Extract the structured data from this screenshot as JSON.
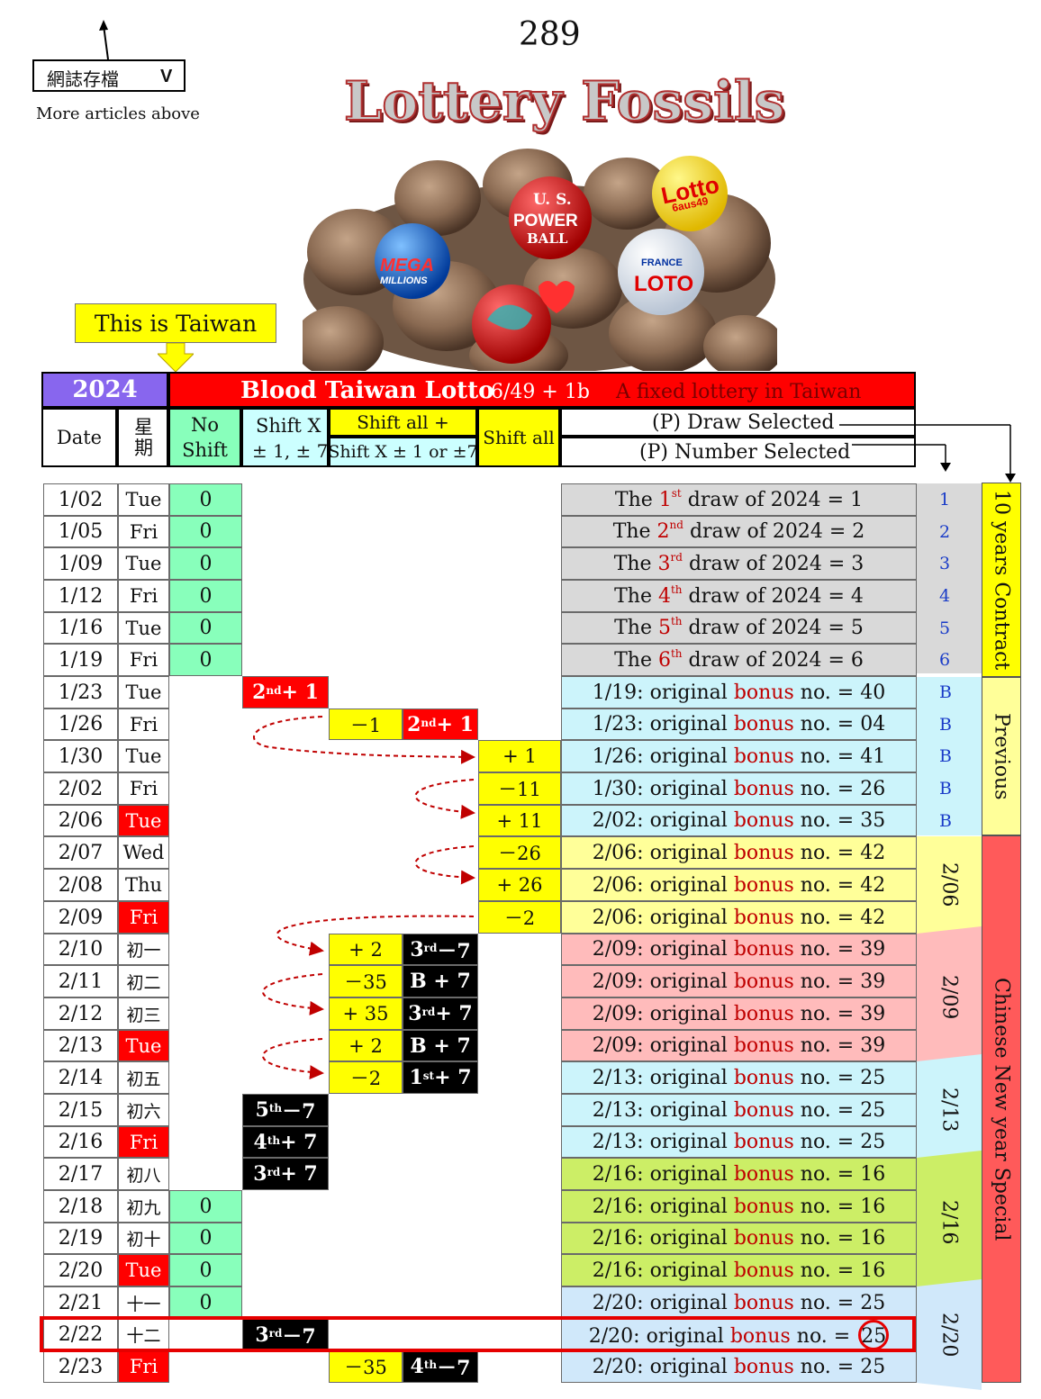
{
  "page_number": "289",
  "archive": {
    "label": "網誌存檔",
    "chevron": "V",
    "note": "More articles above"
  },
  "title": "Lottery Fossils",
  "balls": {
    "powerball": [
      "U. S.",
      "POWER",
      "BALL"
    ],
    "mega": [
      "MEGA",
      "MILLIONS"
    ],
    "lotto": [
      "Lotto",
      "6aus49"
    ],
    "france": [
      "FRANCE",
      "LOTO"
    ]
  },
  "callout": "This is Taiwan",
  "header": {
    "year": "2024",
    "name": "Blood Taiwan Lotto",
    "format": "6/49 + 1b",
    "desc": "A fixed lottery in Taiwan",
    "col_date": "Date",
    "col_weekday": "星期",
    "col_noshift": "No Shift",
    "col_shiftx": "Shift X",
    "col_shiftx_sub": "± 1, ± 7",
    "col_shiftall_plus": "Shift all +",
    "col_shiftall_plus_sub": "Shift X ± 1 or ±7",
    "col_shiftall": "Shift all",
    "draw_selected": "(P) Draw Selected",
    "number_selected": "(P) Number Selected"
  },
  "rows": [
    {
      "date": "1/02",
      "day": "Tue",
      "day_red": false,
      "noshift": "0",
      "shiftx": "",
      "sap_a": "",
      "sap_b": "",
      "sall": "",
      "info": [
        "The ",
        "1",
        "st",
        " draw of 2024 = 1"
      ],
      "info_type": "draw",
      "sel": "1"
    },
    {
      "date": "1/05",
      "day": "Fri",
      "day_red": false,
      "noshift": "0",
      "shiftx": "",
      "sap_a": "",
      "sap_b": "",
      "sall": "",
      "info": [
        "The ",
        "2",
        "nd",
        " draw of 2024 = 2"
      ],
      "info_type": "draw",
      "sel": "2"
    },
    {
      "date": "1/09",
      "day": "Tue",
      "day_red": false,
      "noshift": "0",
      "shiftx": "",
      "sap_a": "",
      "sap_b": "",
      "sall": "",
      "info": [
        "The ",
        "3",
        "rd",
        " draw of 2024 = 3"
      ],
      "info_type": "draw",
      "sel": "3"
    },
    {
      "date": "1/12",
      "day": "Fri",
      "day_red": false,
      "noshift": "0",
      "shiftx": "",
      "sap_a": "",
      "sap_b": "",
      "sall": "",
      "info": [
        "The ",
        "4",
        "th",
        " draw of 2024 = 4"
      ],
      "info_type": "draw",
      "sel": "4"
    },
    {
      "date": "1/16",
      "day": "Tue",
      "day_red": false,
      "noshift": "0",
      "shiftx": "",
      "sap_a": "",
      "sap_b": "",
      "sall": "",
      "info": [
        "The ",
        "5",
        "th",
        " draw of 2024 = 5"
      ],
      "info_type": "draw",
      "sel": "5"
    },
    {
      "date": "1/19",
      "day": "Fri",
      "day_red": false,
      "noshift": "0",
      "shiftx": "",
      "sap_a": "",
      "sap_b": "",
      "sall": "",
      "info": [
        "The ",
        "6",
        "th",
        " draw of 2024 = 6"
      ],
      "info_type": "draw",
      "sel": "6"
    },
    {
      "date": "1/23",
      "day": "Tue",
      "day_red": false,
      "noshift": "",
      "shiftx": "2nd + 1",
      "shiftx_style": "red",
      "sap_a": "",
      "sap_b": "",
      "sall": "",
      "info": [
        "1/19: original ",
        "bonus",
        " no. = 40"
      ],
      "info_type": "bonus",
      "sel": "B"
    },
    {
      "date": "1/26",
      "day": "Fri",
      "day_red": false,
      "noshift": "",
      "shiftx": "",
      "sap_a": "－1",
      "sap_b": "2nd + 1",
      "sap_b_style": "red",
      "sall": "",
      "info": [
        "1/23: original ",
        "bonus",
        " no. = 04"
      ],
      "info_type": "bonus",
      "sel": "B"
    },
    {
      "date": "1/30",
      "day": "Tue",
      "day_red": false,
      "noshift": "",
      "shiftx": "",
      "sap_a": "",
      "sap_b": "",
      "sall": "+ 1",
      "info": [
        "1/26: original ",
        "bonus",
        " no. = 41"
      ],
      "info_type": "bonus",
      "sel": "B"
    },
    {
      "date": "2/02",
      "day": "Fri",
      "day_red": false,
      "noshift": "",
      "shiftx": "",
      "sap_a": "",
      "sap_b": "",
      "sall": "－11",
      "info": [
        "1/30: original ",
        "bonus",
        " no. = 26"
      ],
      "info_type": "bonus",
      "sel": "B"
    },
    {
      "date": "2/06",
      "day": "Tue",
      "day_red": true,
      "noshift": "",
      "shiftx": "",
      "sap_a": "",
      "sap_b": "",
      "sall": "+ 11",
      "info": [
        "2/02: original ",
        "bonus",
        " no. = 35"
      ],
      "info_type": "bonus",
      "sel": "B"
    },
    {
      "date": "2/07",
      "day": "Wed",
      "day_red": false,
      "noshift": "",
      "shiftx": "",
      "sap_a": "",
      "sap_b": "",
      "sall": "－26",
      "info": [
        "2/06: original ",
        "bonus",
        " no. = 42"
      ],
      "info_type": "bonus",
      "sel": ""
    },
    {
      "date": "2/08",
      "day": "Thu",
      "day_red": false,
      "noshift": "",
      "shiftx": "",
      "sap_a": "",
      "sap_b": "",
      "sall": "+ 26",
      "info": [
        "2/06: original ",
        "bonus",
        " no. = 42"
      ],
      "info_type": "bonus",
      "sel": ""
    },
    {
      "date": "2/09",
      "day": "Fri",
      "day_red": true,
      "noshift": "",
      "shiftx": "",
      "sap_a": "",
      "sap_b": "",
      "sall": "－2",
      "info": [
        "2/06: original ",
        "bonus",
        " no. = 42"
      ],
      "info_type": "bonus",
      "sel": ""
    },
    {
      "date": "2/10",
      "day": "初一",
      "day_red": false,
      "noshift": "",
      "shiftx": "",
      "sap_a": "+ 2",
      "sap_b": "3rd－7",
      "sap_b_style": "black",
      "sall": "",
      "info": [
        "2/09: original ",
        "bonus",
        " no. = 39"
      ],
      "info_type": "bonus",
      "sel": ""
    },
    {
      "date": "2/11",
      "day": "初二",
      "day_red": false,
      "noshift": "",
      "shiftx": "",
      "sap_a": "－35",
      "sap_b": "B + 7",
      "sap_b_style": "black",
      "sall": "",
      "info": [
        "2/09: original ",
        "bonus",
        " no. = 39"
      ],
      "info_type": "bonus",
      "sel": ""
    },
    {
      "date": "2/12",
      "day": "初三",
      "day_red": false,
      "noshift": "",
      "shiftx": "",
      "sap_a": "+ 35",
      "sap_b": "3rd + 7",
      "sap_b_style": "black",
      "sall": "",
      "info": [
        "2/09: original ",
        "bonus",
        " no. = 39"
      ],
      "info_type": "bonus",
      "sel": ""
    },
    {
      "date": "2/13",
      "day": "Tue",
      "day_red": true,
      "noshift": "",
      "shiftx": "",
      "sap_a": "+ 2",
      "sap_b": "B + 7",
      "sap_b_style": "black",
      "sall": "",
      "info": [
        "2/09: original ",
        "bonus",
        " no. = 39"
      ],
      "info_type": "bonus",
      "sel": ""
    },
    {
      "date": "2/14",
      "day": "初五",
      "day_red": false,
      "noshift": "",
      "shiftx": "",
      "sap_a": "－2",
      "sap_b": "1st + 7",
      "sap_b_style": "black",
      "sall": "",
      "info": [
        "2/13: original ",
        "bonus",
        " no. = 25"
      ],
      "info_type": "bonus",
      "sel": ""
    },
    {
      "date": "2/15",
      "day": "初六",
      "day_red": false,
      "noshift": "",
      "shiftx": "5th－7",
      "shiftx_style": "black",
      "sap_a": "",
      "sap_b": "",
      "sall": "",
      "info": [
        "2/13: original ",
        "bonus",
        " no. = 25"
      ],
      "info_type": "bonus",
      "sel": ""
    },
    {
      "date": "2/16",
      "day": "Fri",
      "day_red": true,
      "noshift": "",
      "shiftx": "4th + 7",
      "shiftx_style": "black",
      "sap_a": "",
      "sap_b": "",
      "sall": "",
      "info": [
        "2/13: original ",
        "bonus",
        " no. = 25"
      ],
      "info_type": "bonus",
      "sel": ""
    },
    {
      "date": "2/17",
      "day": "初八",
      "day_red": false,
      "noshift": "",
      "shiftx": "3rd + 7",
      "shiftx_style": "black",
      "sap_a": "",
      "sap_b": "",
      "sall": "",
      "info": [
        "2/16: original ",
        "bonus",
        " no. = 16"
      ],
      "info_type": "bonus",
      "sel": ""
    },
    {
      "date": "2/18",
      "day": "初九",
      "day_red": false,
      "noshift": "0",
      "shiftx": "",
      "sap_a": "",
      "sap_b": "",
      "sall": "",
      "info": [
        "2/16: original ",
        "bonus",
        " no. = 16"
      ],
      "info_type": "bonus",
      "sel": ""
    },
    {
      "date": "2/19",
      "day": "初十",
      "day_red": false,
      "noshift": "0",
      "shiftx": "",
      "sap_a": "",
      "sap_b": "",
      "sall": "",
      "info": [
        "2/16: original ",
        "bonus",
        " no. = 16"
      ],
      "info_type": "bonus",
      "sel": ""
    },
    {
      "date": "2/20",
      "day": "Tue",
      "day_red": true,
      "noshift": "0",
      "shiftx": "",
      "sap_a": "",
      "sap_b": "",
      "sall": "",
      "info": [
        "2/16: original ",
        "bonus",
        " no. = 16"
      ],
      "info_type": "bonus",
      "sel": ""
    },
    {
      "date": "2/21",
      "day": "十一",
      "day_red": false,
      "noshift": "0",
      "shiftx": "",
      "sap_a": "",
      "sap_b": "",
      "sall": "",
      "info": [
        "2/20: original ",
        "bonus",
        " no. = 25"
      ],
      "info_type": "bonus",
      "sel": ""
    },
    {
      "date": "2/22",
      "day": "十二",
      "day_red": false,
      "noshift": "",
      "shiftx": "3rd－7",
      "shiftx_style": "black",
      "sap_a": "",
      "sap_b": "",
      "sall": "",
      "info": [
        "2/20: original ",
        "bonus",
        " no. = ",
        "25"
      ],
      "info_type": "bonus_circled",
      "sel": ""
    },
    {
      "date": "2/23",
      "day": "Fri",
      "day_red": true,
      "noshift": "",
      "shiftx": "",
      "sap_a": "－35",
      "sap_b": "4th－7",
      "sap_b_style": "black",
      "sall": "",
      "info": [
        "2/20: original ",
        "bonus",
        " no. = 25"
      ],
      "info_type": "bonus",
      "sel": ""
    }
  ],
  "groups": [
    {
      "label": "2/06",
      "start": 11,
      "end": 13,
      "color": "#ffff99"
    },
    {
      "label": "2/09",
      "start": 14,
      "end": 17,
      "color": "#ffbbbb"
    },
    {
      "label": "2/13",
      "start": 18,
      "end": 20,
      "color": "#ccf4fb"
    },
    {
      "label": "2/16",
      "start": 21,
      "end": 24,
      "color": "#ccee66"
    },
    {
      "label": "2/20",
      "start": 25,
      "end": 27,
      "color": "#d0e8fa"
    }
  ],
  "side_labels": {
    "contract": "10 years Contract",
    "previous": "Previous",
    "cny": "Chinese New year Special"
  },
  "colors": {
    "noshift_bg": "#88ffbb",
    "shiftx_bg": "#ccffff",
    "yellow": "#ffff00",
    "red": "#ff0000",
    "purple": "#8866ee",
    "draw_bg": "#d9d9d9",
    "bonus_bg": "#ccf4fb",
    "highlight": "#e60000"
  }
}
